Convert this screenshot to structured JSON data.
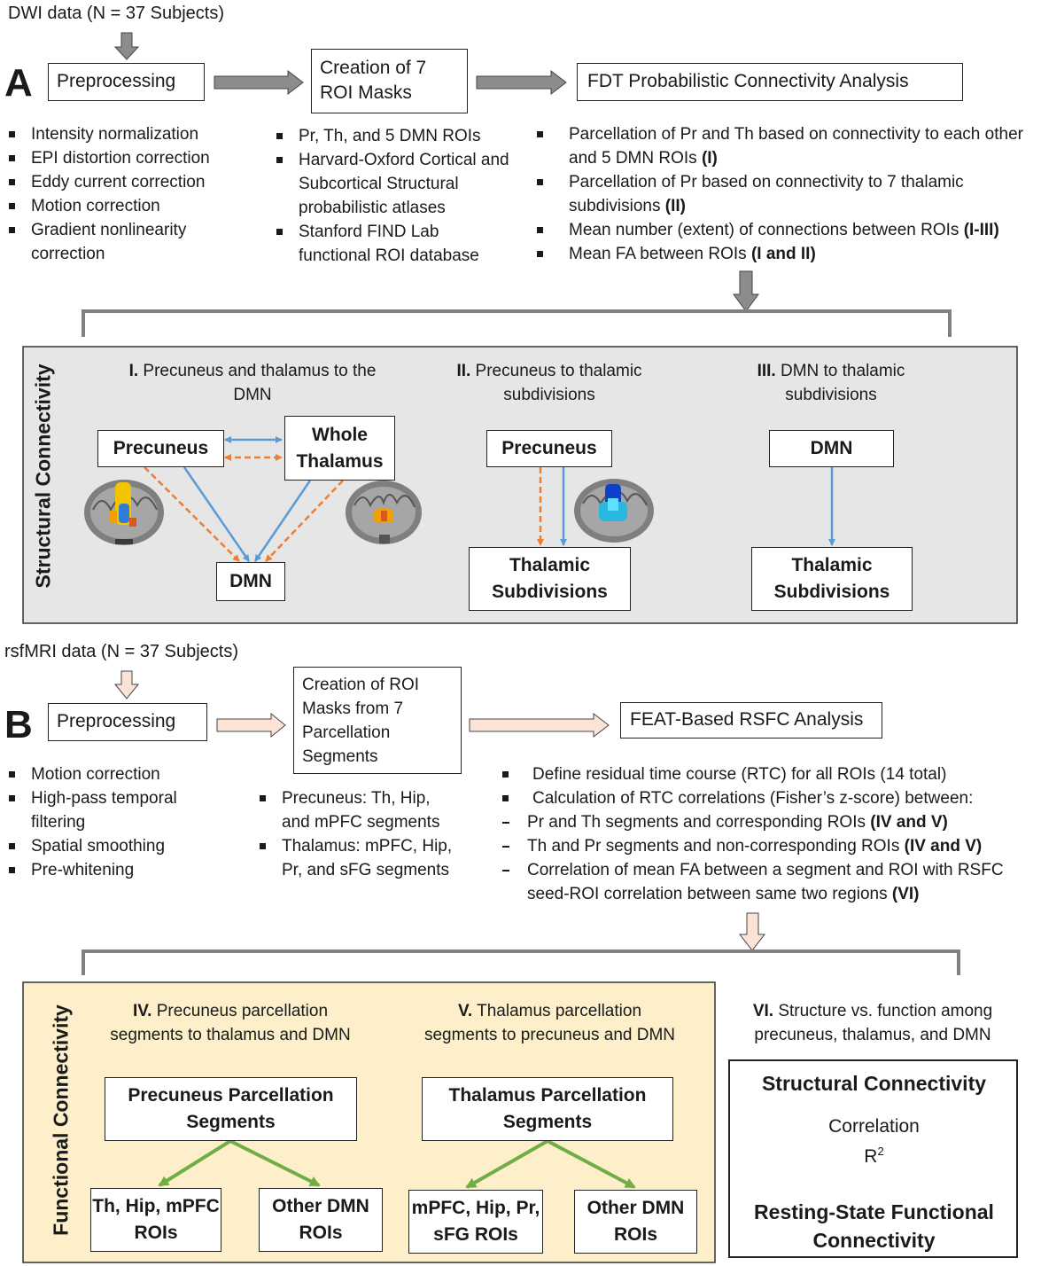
{
  "sectionA": {
    "letter": "A",
    "input_label": "DWI data (N = 37 Subjects)",
    "step1": "Preprocessing",
    "step2": "Creation of 7 ROI Masks",
    "step3": "FDT Probabilistic Connectivity Analysis",
    "list1": [
      "Intensity normalization",
      "EPI distortion correction",
      "Eddy current correction",
      "Motion correction",
      "Gradient nonlinearity correction"
    ],
    "list2": [
      "Pr, Th, and 5 DMN ROIs",
      "Harvard-Oxford Cortical and Subcortical Structural probabilistic atlases",
      "Stanford FIND Lab functional ROI database"
    ],
    "list3": [
      {
        "text": "Parcellation of Pr and Th based on connectivity to each other and 5 DMN ROIs ",
        "tag": "(I)"
      },
      {
        "text": "Parcellation of Pr based on connectivity to 7 thalamic subdivisions ",
        "tag": "(II)"
      },
      {
        "text": "Mean number (extent) of connections between ROIs ",
        "tag": "(I-III)"
      },
      {
        "text": "Mean FA between ROIs ",
        "tag": "(I and II)"
      }
    ],
    "panel_label": "Structural Connectivity",
    "panelI": {
      "num": "I.",
      "title": " Precuneus and thalamus to the DMN",
      "precuneus": "Precuneus",
      "thalamus": "Whole Thalamus",
      "dmn": "DMN"
    },
    "panelII": {
      "num": "II.",
      "title": " Precuneus to thalamic subdivisions",
      "precuneus": "Precuneus",
      "target": "Thalamic Subdivisions"
    },
    "panelIII": {
      "num": "III.",
      "title": " DMN to thalamic subdivisions",
      "source": "DMN",
      "target": "Thalamic Subdivisions"
    }
  },
  "sectionB": {
    "letter": "B",
    "input_label": "rsfMRI data (N = 37 Subjects)",
    "step1": "Preprocessing",
    "step2": "Creation of ROI Masks from 7 Parcellation Segments",
    "step3": "FEAT-Based RSFC Analysis",
    "list1": [
      "Motion correction",
      "High-pass temporal filtering",
      "Spatial smoothing",
      "Pre-whitening"
    ],
    "list2": [
      "Precuneus: Th, Hip, and mPFC segments",
      "Thalamus: mPFC, Hip, Pr, and sFG segments"
    ],
    "list3": [
      {
        "text": "Define residual time course (RTC) for all ROIs (14 total)",
        "tag": "",
        "kind": "square"
      },
      {
        "text": "Calculation of RTC correlations (Fisher’s z-score) between:",
        "tag": "",
        "kind": "square"
      },
      {
        "text": "Pr and Th segments and corresponding ROIs ",
        "tag": "(IV and V)",
        "kind": "dash"
      },
      {
        "text": "Th and Pr segments and non-corresponding ROIs ",
        "tag": "(IV and V)",
        "kind": "dash"
      },
      {
        "text": "Correlation of mean FA between a segment and ROI with RSFC seed-ROI correlation between same two regions ",
        "tag": "(VI)",
        "kind": "dash"
      }
    ],
    "panel_label": "Functional Connectivity",
    "panelIV": {
      "num": "IV.",
      "title": " Precuneus parcellation segments to thalamus and DMN",
      "source": "Precuneus Parcellation Segments",
      "target1": "Th, Hip, mPFC ROIs",
      "target2": "Other DMN ROIs"
    },
    "panelV": {
      "num": "V.",
      "title": " Thalamus parcellation segments to precuneus and DMN",
      "source": "Thalamus Parcellation Segments",
      "target1": "mPFC, Hip, Pr, sFG ROIs",
      "target2": "Other DMN ROIs"
    },
    "panelVI": {
      "num": "VI.",
      "title": " Structure vs. function among precuneus, thalamus, and DMN",
      "top": "Structural Connectivity",
      "middle1": "Correlation",
      "middle2": "R",
      "superscript": "2",
      "bottom": "Resting-State Functional Connectivity"
    }
  },
  "colors": {
    "blue": "#5b9bd5",
    "orange": "#ed7d31",
    "green": "#70ad47",
    "grey_arrow": "#8c8c8c",
    "peach_arrow": "#fbe3d6",
    "panel_grey": "#e6e6e6",
    "panel_yellow": "#fcefc9",
    "bracket": "#808080"
  }
}
